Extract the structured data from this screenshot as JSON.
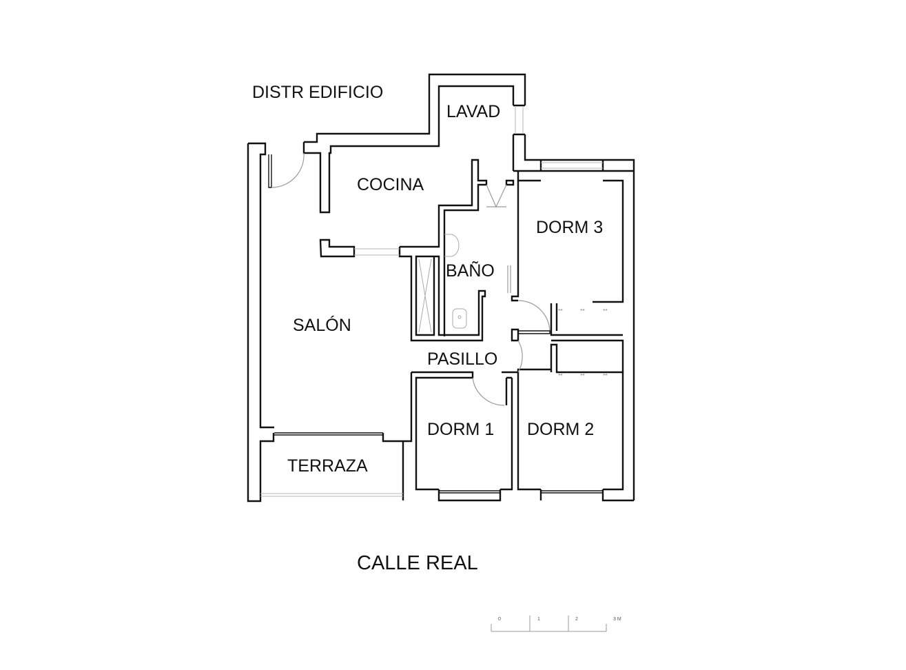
{
  "plan": {
    "building_label": "DISTR EDIFICIO",
    "street_label": "CALLE REAL",
    "rooms": [
      {
        "id": "lavad",
        "label": "LAVAD"
      },
      {
        "id": "cocina",
        "label": "COCINA"
      },
      {
        "id": "dorm3",
        "label": "DORM 3"
      },
      {
        "id": "bano",
        "label": "BAÑO"
      },
      {
        "id": "salon",
        "label": "SALÓN"
      },
      {
        "id": "pasillo",
        "label": "PASILLO"
      },
      {
        "id": "dorm1",
        "label": "DORM 1"
      },
      {
        "id": "dorm2",
        "label": "DORM 2"
      },
      {
        "id": "terraza",
        "label": "TERRAZA"
      }
    ],
    "scale_bar": {
      "ticks": [
        "0",
        "1",
        "2",
        "3 M"
      ]
    },
    "colors": {
      "wall": "#111111",
      "door_swing": "#9a9a9a",
      "background": "#ffffff"
    }
  }
}
